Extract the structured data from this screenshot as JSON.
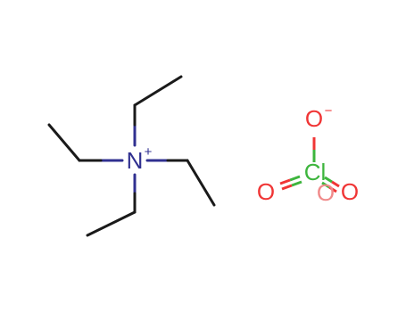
{
  "colors": {
    "background": "#ffffff",
    "carbon_bond": "#1a1a1a",
    "nitrogen": "#303090",
    "oxygen": "#f03535",
    "chlorine": "#3db53d"
  },
  "cation": {
    "nitrogen_symbol": "N",
    "nitrogen_charge": "+"
  },
  "anion": {
    "chlorine_symbol": "Cl",
    "oxygen_symbol": "O",
    "oxygen_charge": "−"
  }
}
